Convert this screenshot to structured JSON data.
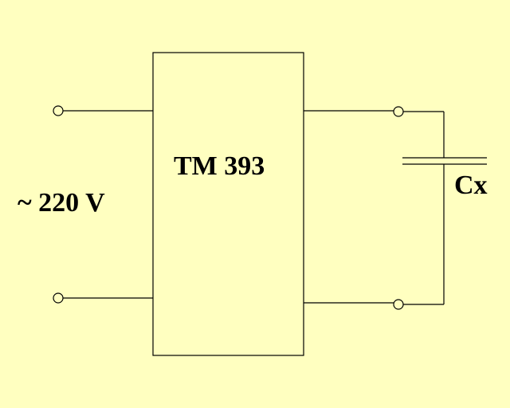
{
  "block": {
    "label": "TM 393"
  },
  "source": {
    "label": "~ 220 V"
  },
  "capacitor": {
    "label": "Cx"
  },
  "colors": {
    "background": "#FFFFC0",
    "line": "#000000"
  }
}
